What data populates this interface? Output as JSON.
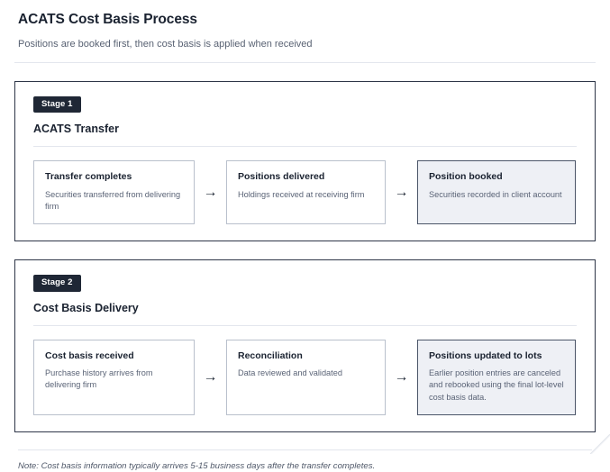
{
  "header": {
    "title": "ACATS Cost Basis Process",
    "subtitle": "Positions are booked first, then cost basis is applied when received"
  },
  "stages": [
    {
      "badge": "Stage 1",
      "title": "ACATS Transfer",
      "steps": [
        {
          "title": "Transfer completes",
          "desc": "Securities transferred from delivering firm",
          "highlight": false
        },
        {
          "title": "Positions delivered",
          "desc": "Holdings received at receiving firm",
          "highlight": false
        },
        {
          "title": "Position booked",
          "desc": "Securities recorded in client account",
          "highlight": true
        }
      ],
      "arrow": "→"
    },
    {
      "badge": "Stage 2",
      "title": "Cost Basis Delivery",
      "steps": [
        {
          "title": "Cost basis received",
          "desc": "Purchase history arrives from delivering firm",
          "highlight": false
        },
        {
          "title": "Reconciliation",
          "desc": "Data reviewed and validated",
          "highlight": false
        },
        {
          "title": "Positions updated to lots",
          "desc": "Earlier position entries are canceled and rebooked using the final lot-level cost basis data.",
          "highlight": true
        }
      ],
      "arrow": "→"
    }
  ],
  "footer": {
    "note": "Note: Cost basis information typically arrives 5-15 business days after the transfer completes."
  },
  "colors": {
    "badge_background": "#1f2735",
    "badge_text": "#ffffff",
    "stage_border": "#2e3648",
    "card_border": "#b9c0cc",
    "highlight_background": "#eef0f5",
    "highlight_border": "#4b5568",
    "title_text": "#1a2230",
    "muted_text": "#5a6376",
    "rule": "#e3e6ed"
  }
}
